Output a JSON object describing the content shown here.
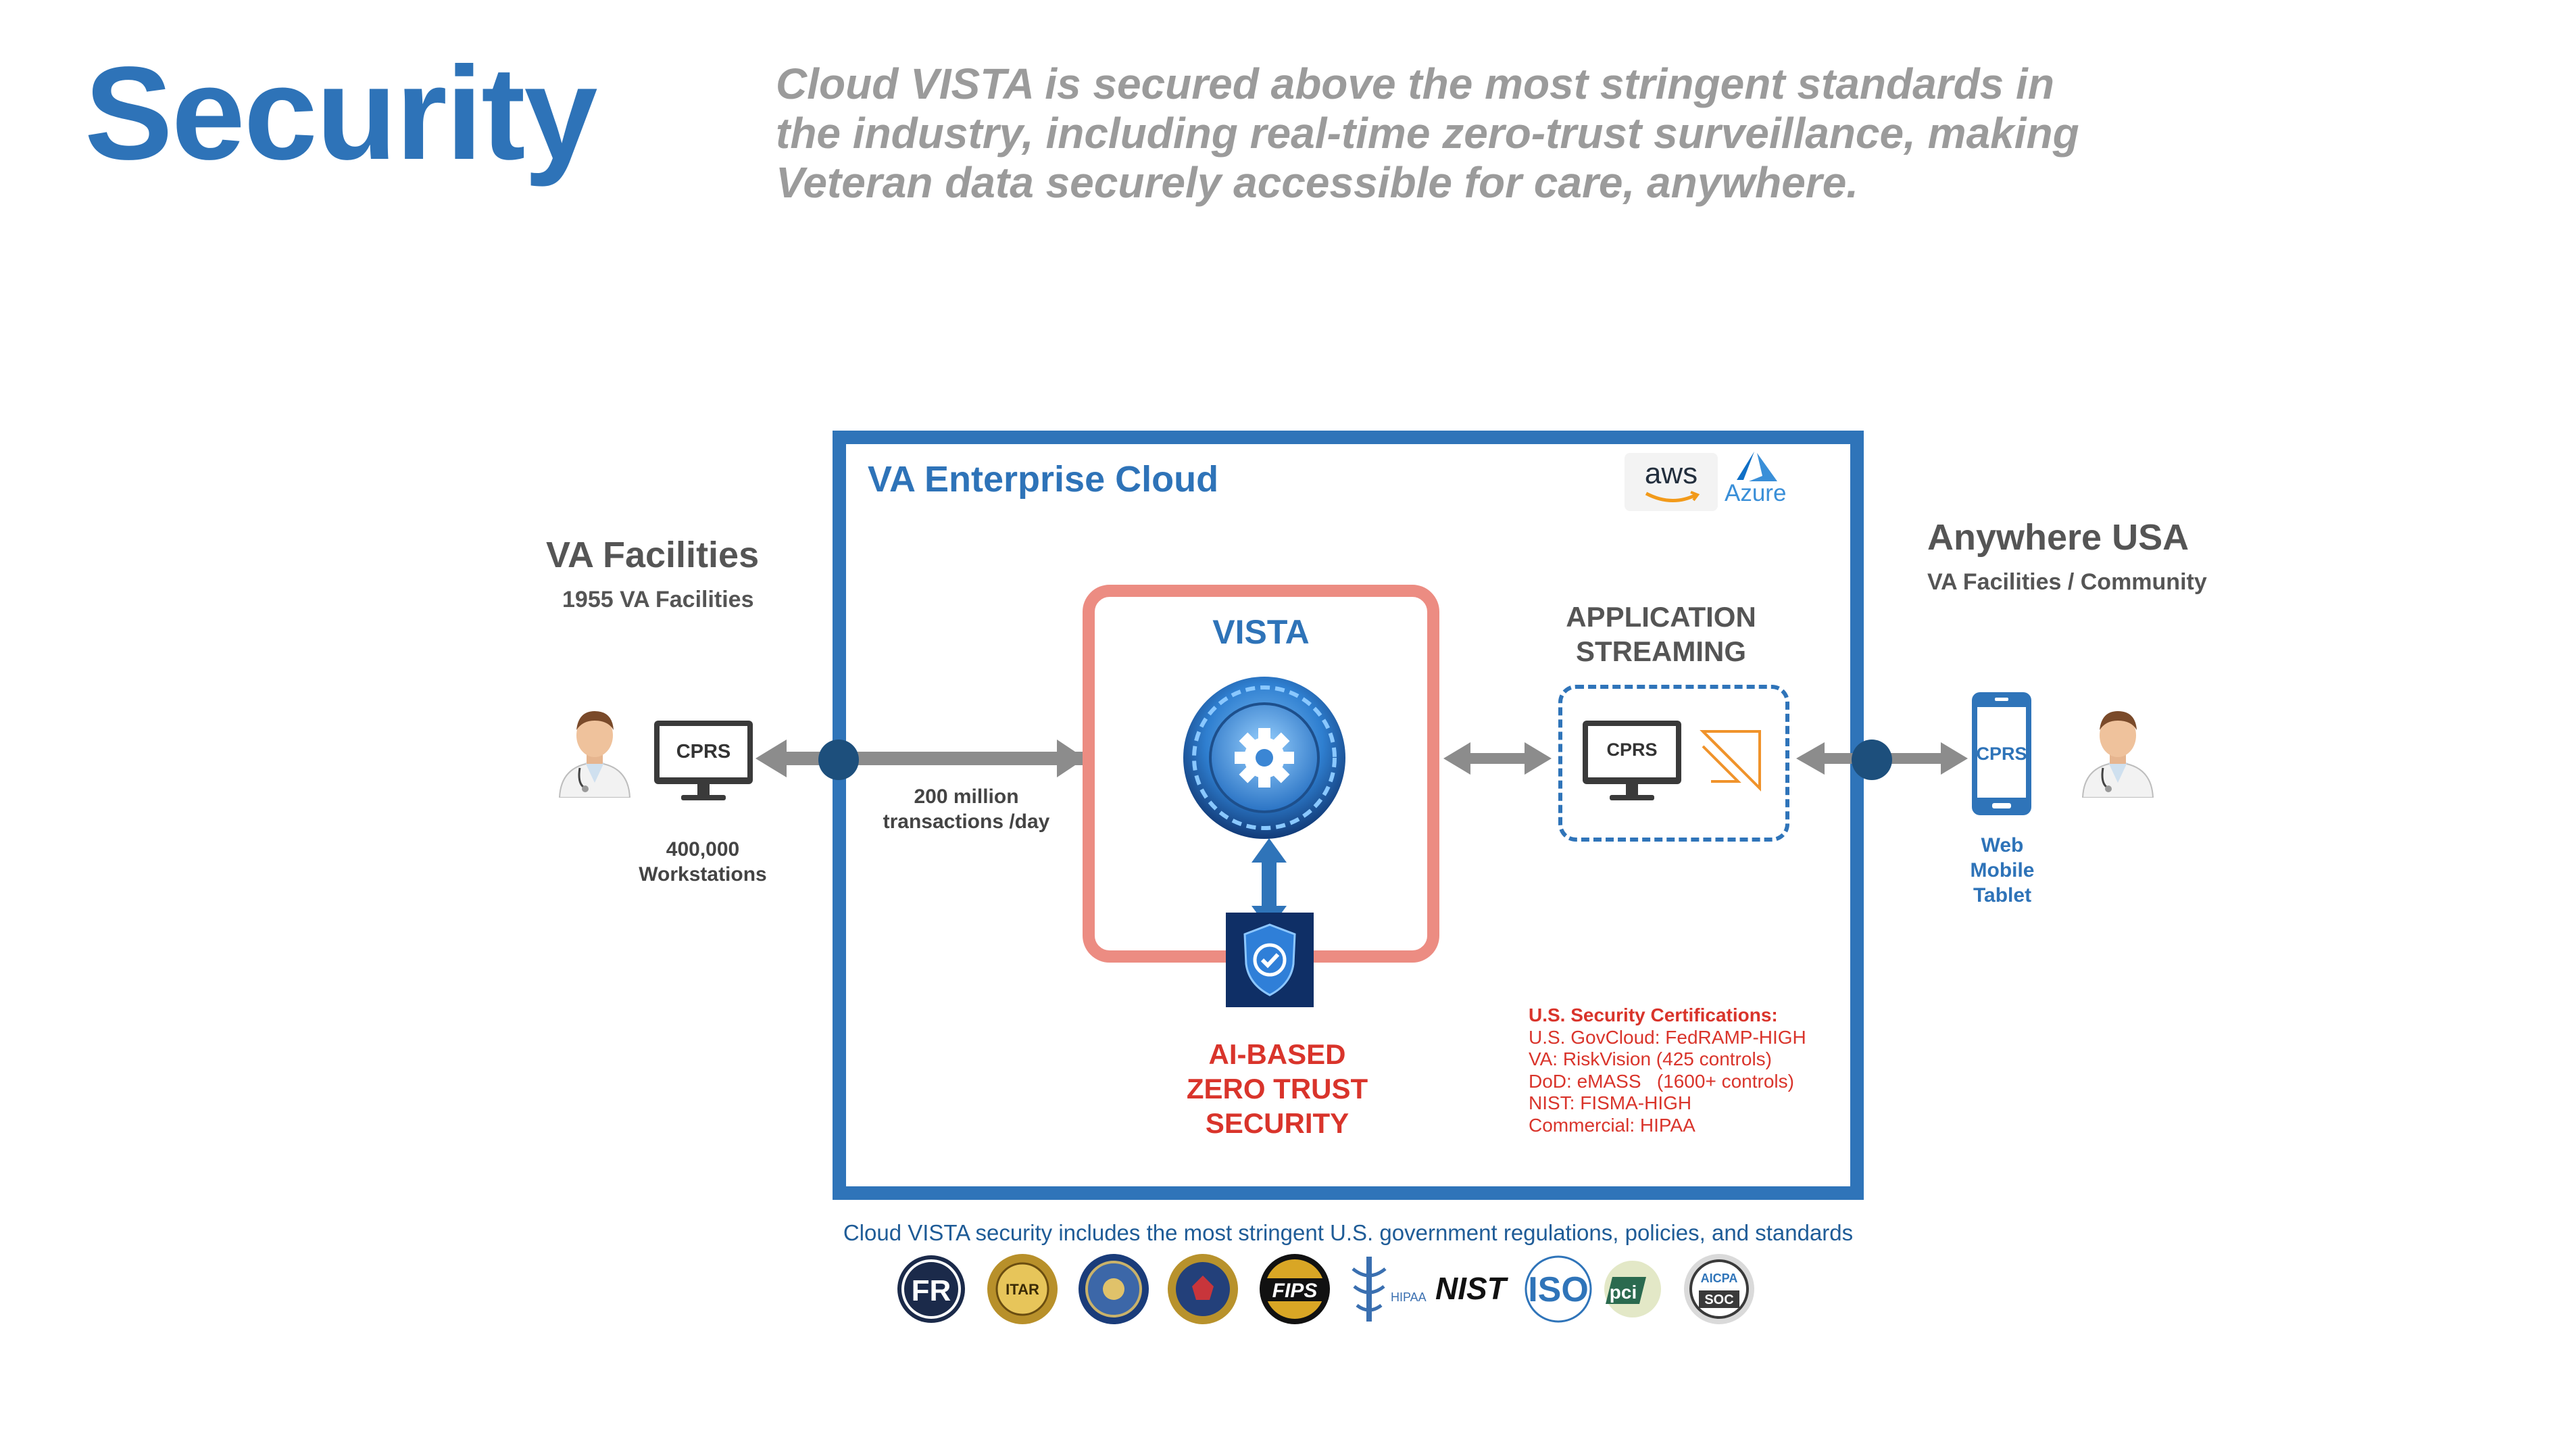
{
  "title": "Security",
  "subtitle": "Cloud VISTA is secured above the most stringent standards in the industry, including real-time zero-trust surveillance, making Veteran data securely accessible for care, anywhere.",
  "left": {
    "heading": "VA Facilities",
    "subheading": "1955 VA Facilities",
    "monitor_label": "CPRS",
    "workstations_value": "400,000",
    "workstations_label": "Workstations"
  },
  "cloud": {
    "title": "VA Enterprise Cloud",
    "aws_label": "aws",
    "azure_label": "Azure",
    "vista_label": "VISTA",
    "transactions_value": "200 million",
    "transactions_label": "transactions /day",
    "zero_trust": [
      "AI-BASED",
      "ZERO TRUST",
      "SECURITY"
    ],
    "app_streaming": [
      "APPLICATION",
      "STREAMING"
    ],
    "stream_monitor_label": "CPRS",
    "certifications": {
      "title": "U.S. Security Certifications:",
      "items": [
        "U.S. GovCloud: FedRAMP-HIGH",
        "VA: RiskVision (425 controls)",
        "DoD: eMASS   (1600+ controls)",
        "NIST: FISMA-HIGH",
        "Commercial: HIPAA"
      ]
    }
  },
  "right": {
    "heading": "Anywhere USA",
    "subheading": "VA Facilities / Community",
    "phone_label": "CPRS",
    "device_types": [
      "Web",
      "Mobile",
      "Tablet"
    ]
  },
  "footer": {
    "text": "Cloud VISTA security includes the most stringent U.S. government regulations, policies, and standards",
    "logos": [
      "FR",
      "ITAR",
      "",
      "",
      "FIPS",
      "HIPAA",
      "NIST",
      "ISO",
      "pci",
      "AICPA",
      "SOC"
    ]
  },
  "colors": {
    "brand_blue": "#2e73b8",
    "cloud_border": "#2f74b9",
    "vista_border": "#ec8c82",
    "alert_red": "#d9342b",
    "arrow_gray": "#8c8c8c",
    "node_navy": "#1d4f7c"
  }
}
